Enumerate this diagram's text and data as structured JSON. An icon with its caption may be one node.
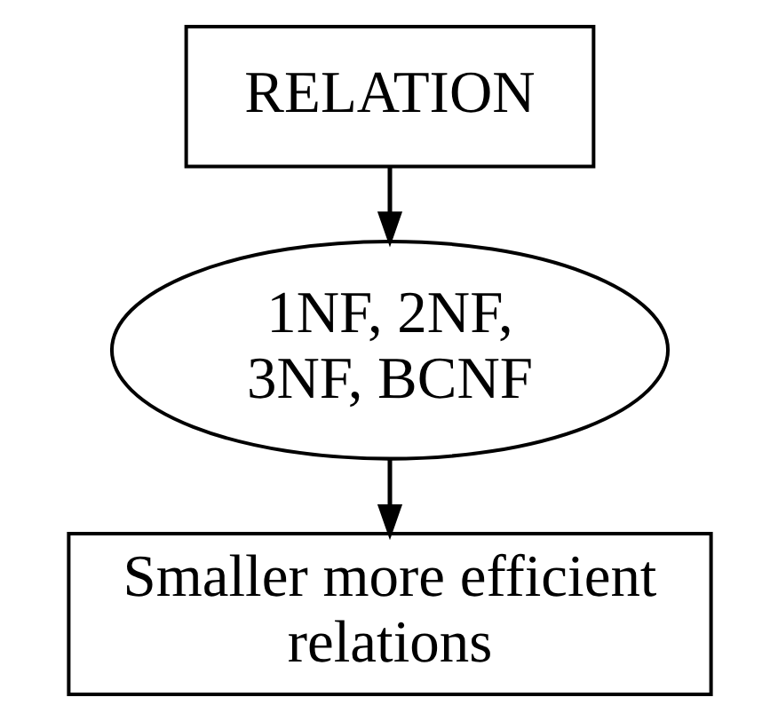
{
  "diagram": {
    "nodes": [
      {
        "text": [
          "RELATION"
        ]
      },
      {
        "text": [
          "1NF, 2NF, 3NF, BCNF"
        ]
      },
      {
        "text": [
          "Smaller more efficient relations"
        ]
      }
    ],
    "edges": [
      {
        "from": 0,
        "to": 1,
        "arrow": "to"
      },
      {
        "from": 1,
        "to": 2,
        "arrow": "to"
      }
    ]
  }
}
